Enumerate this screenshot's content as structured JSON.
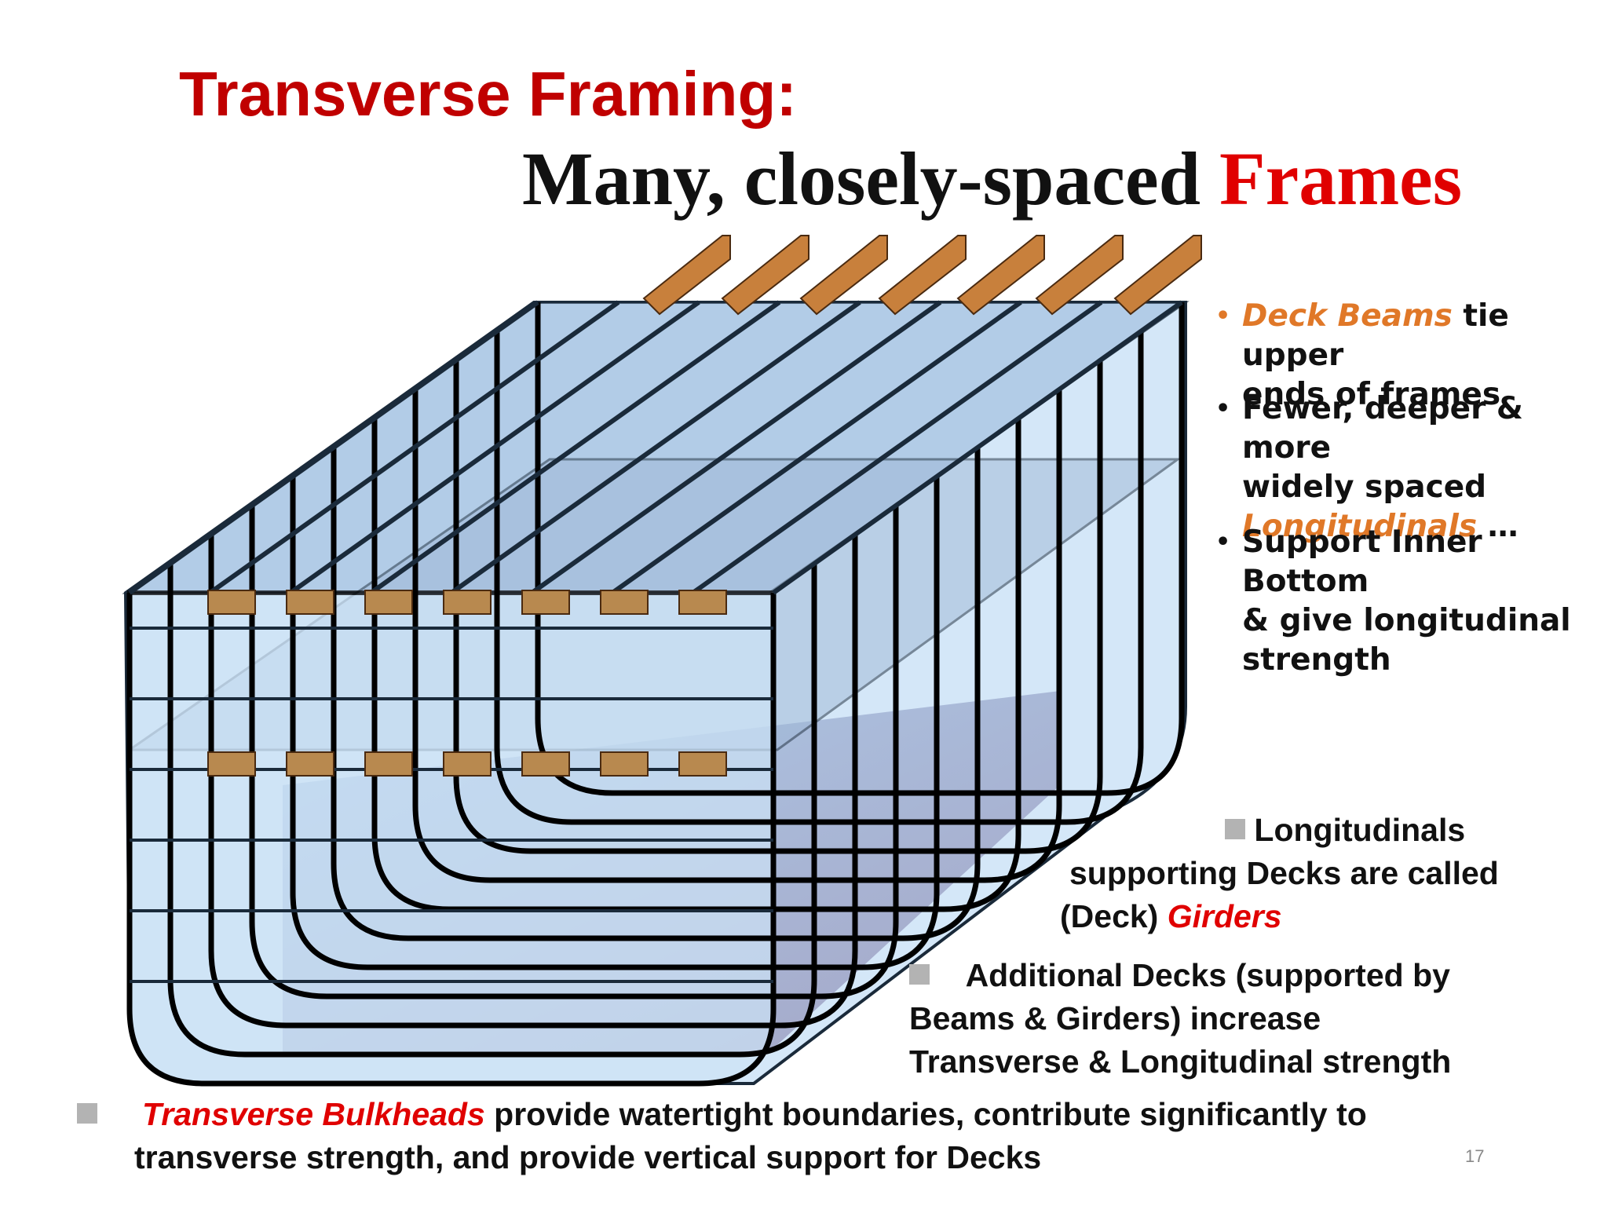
{
  "title": "Transverse Framing:",
  "subtitle": {
    "main": "Many, closely-spaced ",
    "accent": "Frames"
  },
  "right_bullets": [
    {
      "accent": "Deck Beams",
      "line1_rest": " tie upper",
      "line2": "ends of frames"
    },
    {
      "line1": "Fewer, deeper & more",
      "line2": "widely spaced",
      "accent": "Longitudinals",
      "tail": " …"
    },
    {
      "line1": "Support Inner Bottom",
      "line2": "& give longitudinal",
      "line3": "strength"
    }
  ],
  "girders_note": {
    "line1": "Longitudinals",
    "line2": "supporting Decks are called",
    "line3_prefix": "(Deck) ",
    "accent": "Girders"
  },
  "decks_note": {
    "line1": "Additional Decks (supported by",
    "line2": "Beams & Girders) increase",
    "line3": "Transverse & Longitudinal strength"
  },
  "bulkheads_note": {
    "accent": "Transverse Bulkheads",
    "line1_rest": " provide watertight boundaries, contribute significantly to",
    "line2": "transverse strength, and provide vertical support for Decks"
  },
  "page_number": "17",
  "colors": {
    "title_red": "#c00000",
    "accent_red": "#e00000",
    "accent_orange": "#e07828",
    "hull_blue": "#cfe3f7",
    "beam_brown": "#b8894f"
  }
}
